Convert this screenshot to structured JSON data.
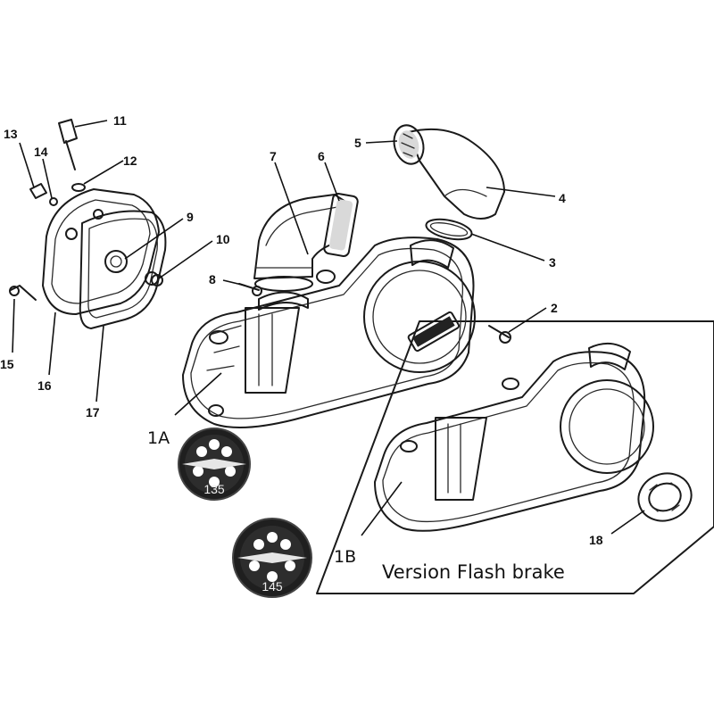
{
  "callouts": {
    "n1A": "1A",
    "n1B": "1B",
    "n2": "2",
    "n3": "3",
    "n4": "4",
    "n5": "5",
    "n6": "6",
    "n7": "7",
    "n8": "8",
    "n9": "9",
    "n10": "10",
    "n11": "11",
    "n12": "12",
    "n13": "13",
    "n14": "14",
    "n15": "15",
    "n16": "16",
    "n17": "17",
    "n18": "18"
  },
  "discs": {
    "disc_a": "135",
    "disc_b": "145"
  },
  "version_label": "Version Flash brake",
  "colors": {
    "line": "#1a1a1a",
    "disc_fill": "#1f1f1f",
    "background": "#ffffff"
  }
}
